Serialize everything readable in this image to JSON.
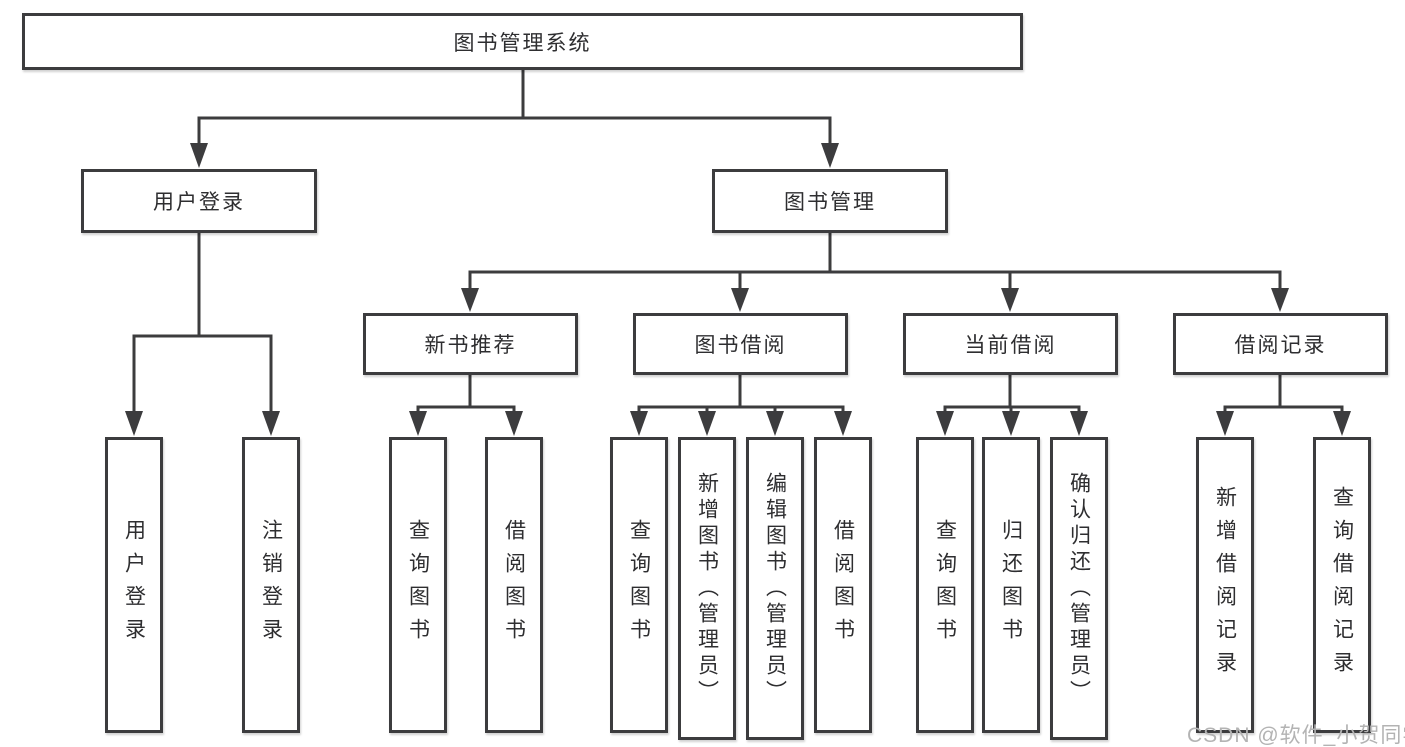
{
  "tree": {
    "root": {
      "label": "图书管理系统"
    },
    "user_login": {
      "label": "用户登录",
      "leaves": [
        {
          "label": "用户登录"
        },
        {
          "label": "注销登录"
        }
      ]
    },
    "book_management": {
      "label": "图书管理",
      "sections": [
        {
          "label": "新书推荐",
          "leaves": [
            {
              "label": "查询图书"
            },
            {
              "label": "借阅图书"
            }
          ]
        },
        {
          "label": "图书借阅",
          "leaves": [
            {
              "label": "查询图书"
            },
            {
              "label": "新增图书（管理员）"
            },
            {
              "label": "编辑图书（管理员）"
            },
            {
              "label": "借阅图书"
            }
          ]
        },
        {
          "label": "当前借阅",
          "leaves": [
            {
              "label": "查询图书"
            },
            {
              "label": "归还图书"
            },
            {
              "label": "确认归还（管理员）"
            }
          ]
        },
        {
          "label": "借阅记录",
          "leaves": [
            {
              "label": "新增借阅记录"
            },
            {
              "label": "查询借阅记录"
            }
          ]
        }
      ]
    }
  },
  "watermark": "CSDN @软件_小贺同学",
  "colors": {
    "line": "#3c3c3e",
    "text": "#2e2e30",
    "watermark": "#b3b3b3",
    "background": "#ffffff"
  }
}
